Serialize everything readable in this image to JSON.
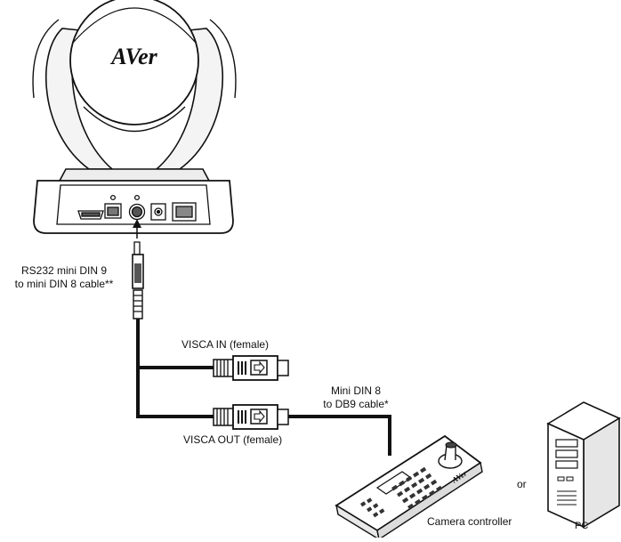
{
  "camera": {
    "logo_text": "AVer"
  },
  "controller": {
    "logo_text": "AVer"
  },
  "labels": {
    "rs232_line1": "RS232 mini DIN 9",
    "rs232_line2": "to mini DIN  8 cable**",
    "visca_in": "VISCA IN (female)",
    "visca_out": "VISCA OUT (female)",
    "minidin_line1": "Mini DIN 8",
    "minidin_line2": "to DB9 cable*",
    "or": "or",
    "camera_controller": "Camera controller",
    "pc": "PC"
  }
}
